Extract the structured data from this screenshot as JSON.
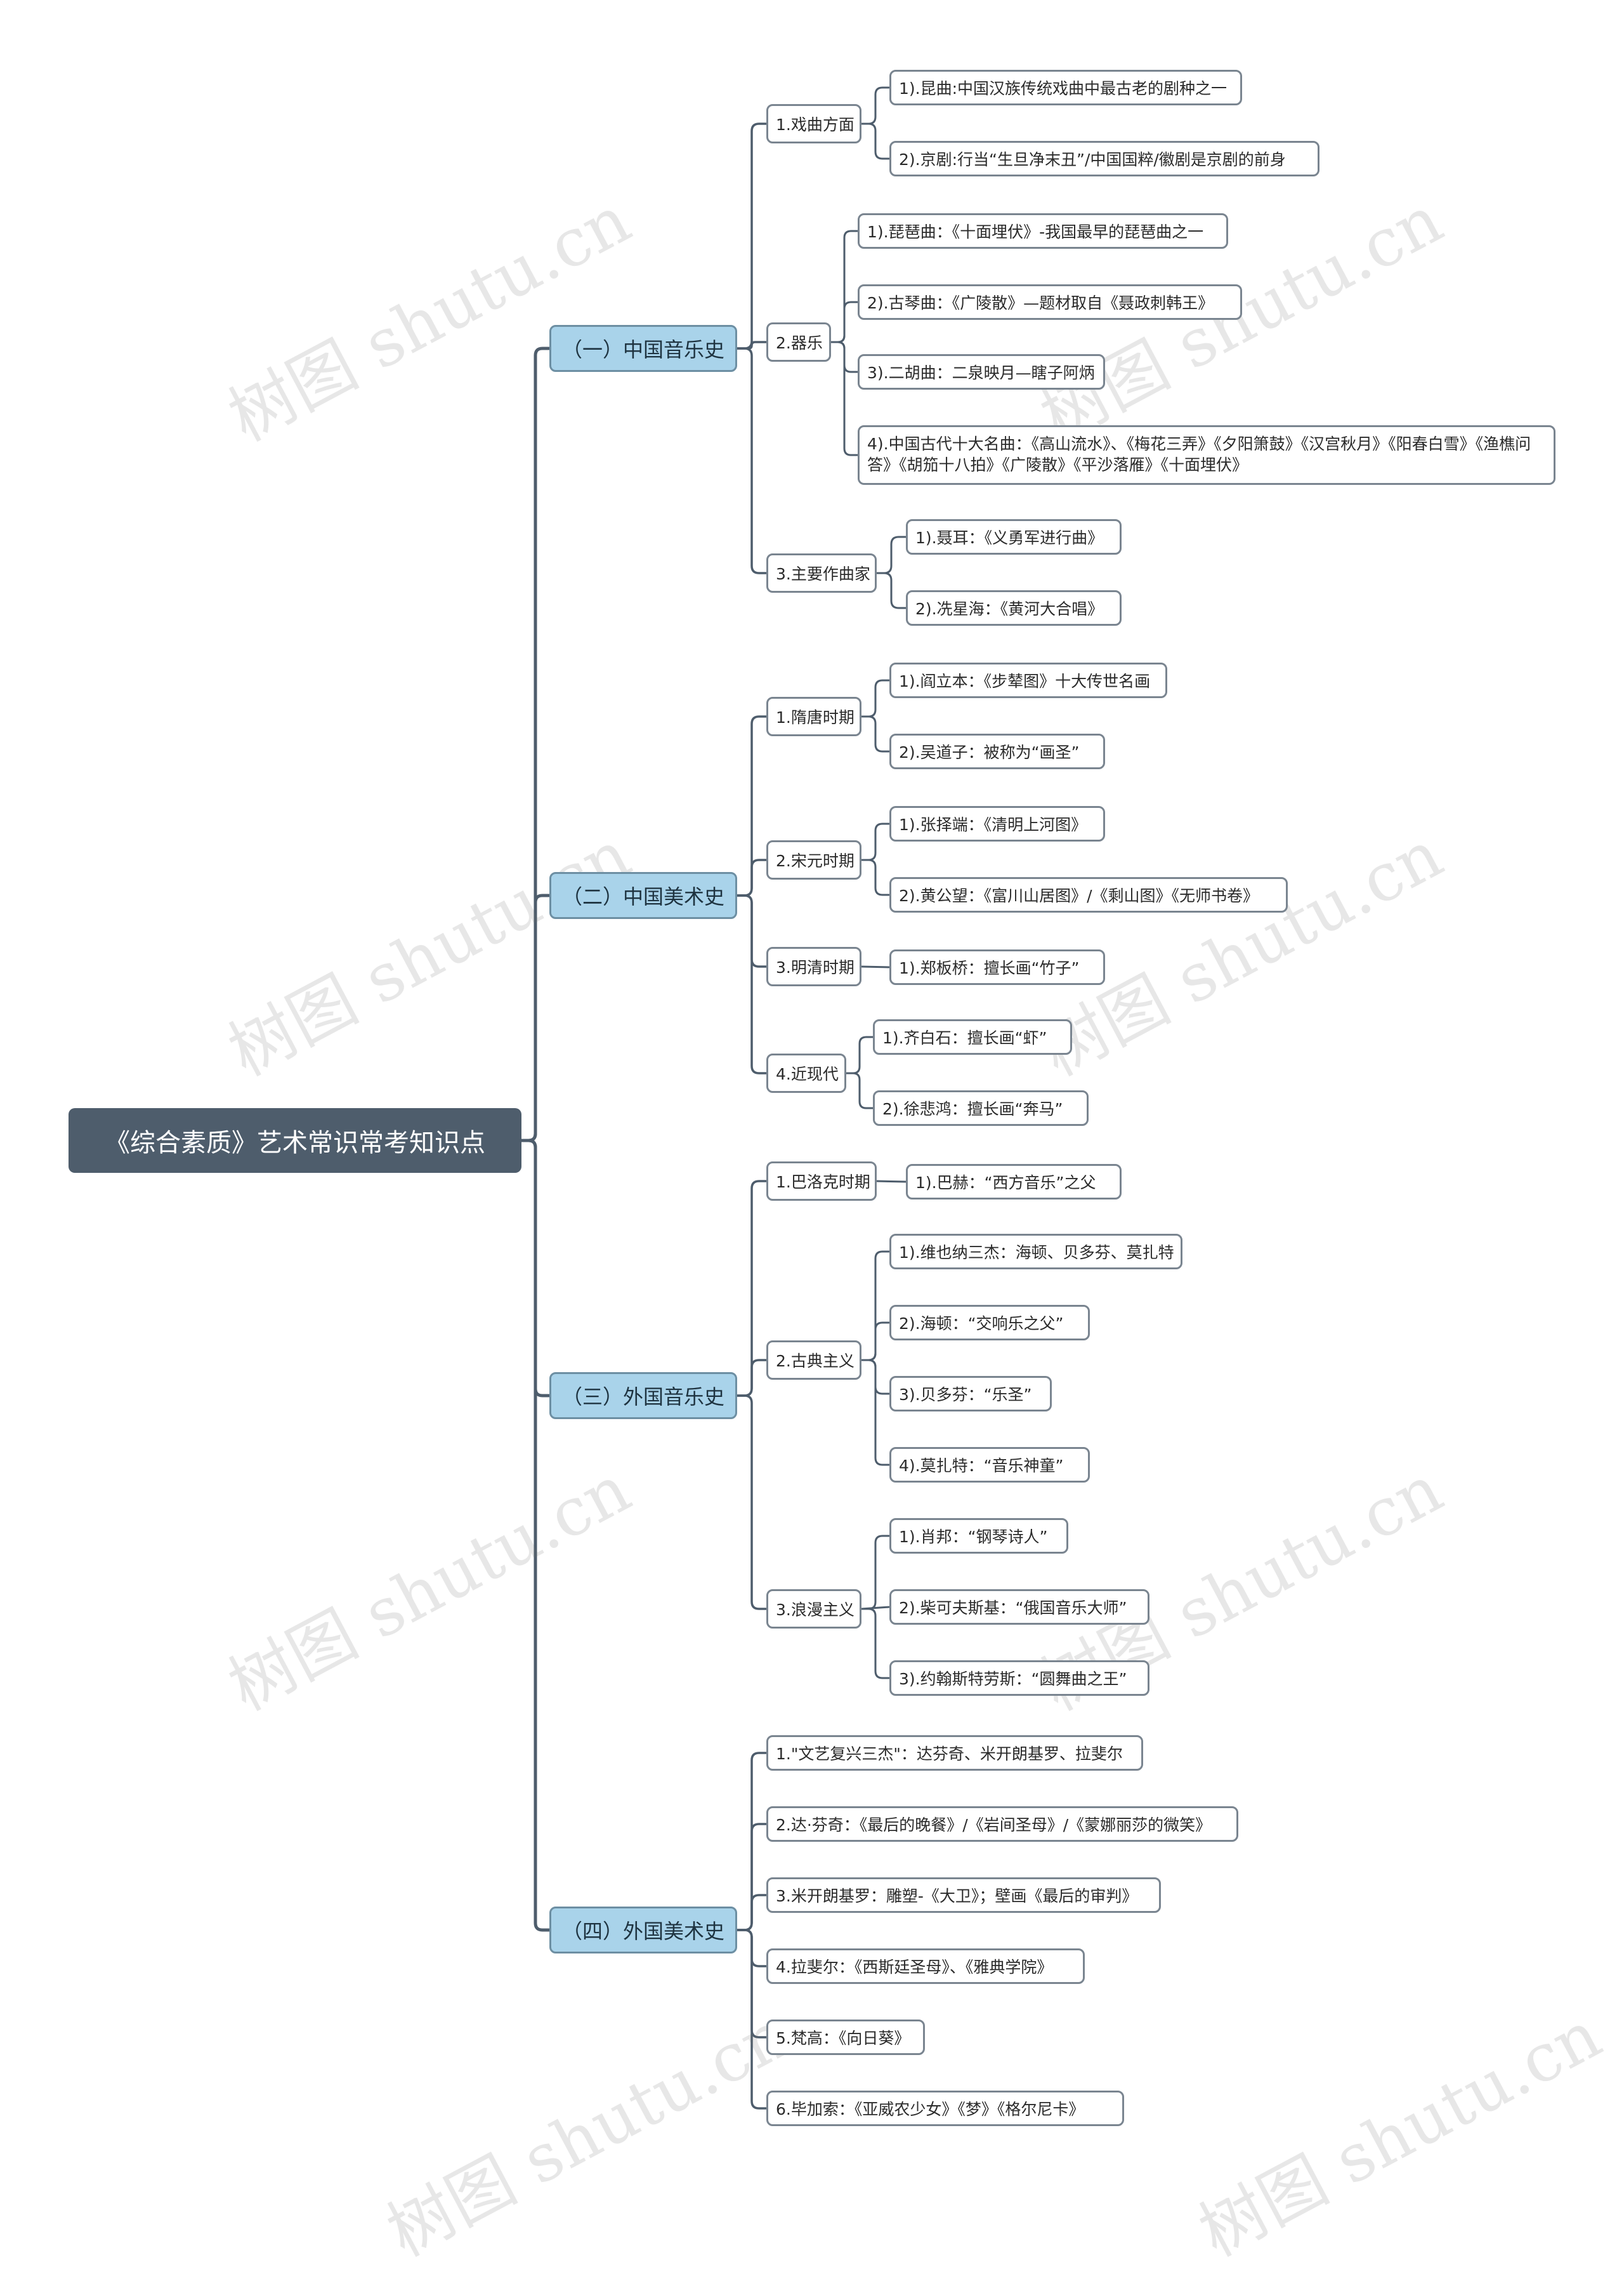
{
  "root": "《综合素质》艺术常识常考知识点",
  "watermark": "树图 shutu.cn",
  "branches": [
    {
      "label": "（一）中国音乐史",
      "children": [
        {
          "label": "1.戏曲方面",
          "leaves": [
            "1).昆曲:中国汉族传统戏曲中最古老的剧种之一",
            "2).京剧:行当“生旦净末丑”/中国国粹/徽剧是京剧的前身"
          ]
        },
        {
          "label": "2.器乐",
          "leaves": [
            "1).琵琶曲：《十面埋伏》-我国最早的琵琶曲之一",
            "2).古琴曲：《广陵散》—题材取自《聂政刺韩王》",
            "3).二胡曲：二泉映月—瞎子阿炳",
            "4).中国古代十大名曲：《高山流水》、《梅花三弄》《夕阳箫鼓》《汉宫秋月》《阳春白雪》《渔樵问答》《胡笳十八拍》《广陵散》《平沙落雁》《十面埋伏》"
          ]
        },
        {
          "label": "3.主要作曲家",
          "leaves": [
            "1).聂耳：《义勇军进行曲》",
            "2).冼星海：《黄河大合唱》"
          ]
        }
      ]
    },
    {
      "label": "（二）中国美术史",
      "children": [
        {
          "label": "1.隋唐时期",
          "leaves": [
            "1).阎立本：《步辇图》十大传世名画",
            "2).吴道子：被称为“画圣”"
          ]
        },
        {
          "label": "2.宋元时期",
          "leaves": [
            "1).张择端：《清明上河图》",
            "2).黄公望：《富川山居图》/《剩山图》《无师书卷》"
          ]
        },
        {
          "label": "3.明清时期",
          "leaves": [
            "1).郑板桥：擅长画“竹子”"
          ]
        },
        {
          "label": "4.近现代",
          "leaves": [
            "1).齐白石：擅长画“虾”",
            "2).徐悲鸿：擅长画“奔马”"
          ]
        }
      ]
    },
    {
      "label": "（三）外国音乐史",
      "children": [
        {
          "label": "1.巴洛克时期",
          "leaves": [
            "1).巴赫：“西方音乐”之父"
          ]
        },
        {
          "label": "2.古典主义",
          "leaves": [
            "1).维也纳三杰：海顿、贝多芬、莫扎特",
            "2).海顿：“交响乐之父”",
            "3).贝多芬：“乐圣”",
            "4).莫扎特：“音乐神童”"
          ]
        },
        {
          "label": "3.浪漫主义",
          "leaves": [
            "1).肖邦：“钢琴诗人”",
            "2).柴可夫斯基：“俄国音乐大师”",
            "3).约翰斯特劳斯：“圆舞曲之王”"
          ]
        }
      ]
    },
    {
      "label": "（四）外国美术史",
      "children": [
        {
          "label": "1.\"文艺复兴三杰\"：达芬奇、米开朗基罗、拉斐尔",
          "leaves": []
        },
        {
          "label": "2.达·芬奇：《最后的晚餐》/《岩间圣母》/《蒙娜丽莎的微笑》",
          "leaves": []
        },
        {
          "label": "3.米开朗基罗：雕塑-《大卫》；壁画《最后的审判》",
          "leaves": []
        },
        {
          "label": "4.拉斐尔：《西斯廷圣母》、《雅典学院》",
          "leaves": []
        },
        {
          "label": "5.梵高：《向日葵》",
          "leaves": []
        },
        {
          "label": "6.毕加索：《亚威农少女》《梦》《格尔尼卡》",
          "leaves": []
        }
      ]
    }
  ]
}
